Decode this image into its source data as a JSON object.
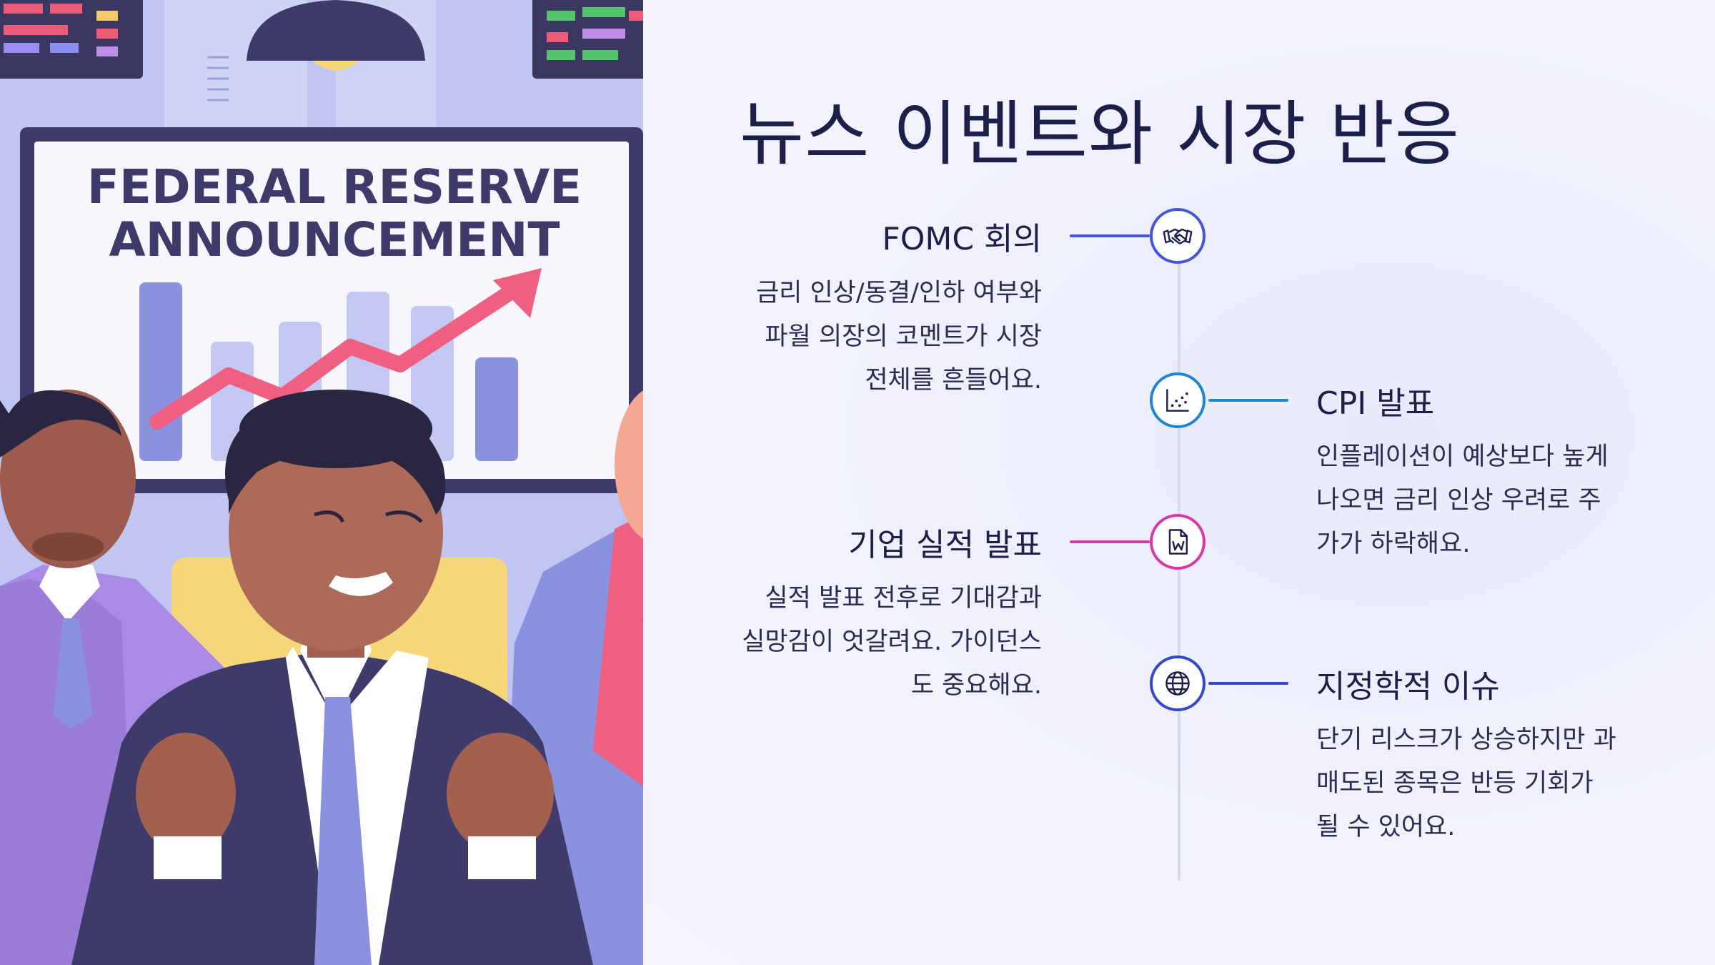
{
  "slide": {
    "title": "뉴스 이벤트와 시장 반응"
  },
  "hero_image": {
    "headline_line1": "FEDERAL RESERVE",
    "headline_line2": "ANNOUNCEMENT"
  },
  "timeline": [
    {
      "side": "left",
      "title": "FOMC 회의",
      "description": "금리 인상/동결/인하 여부와 파월 의장의 코멘트가 시장 전체를 흔들어요.",
      "icon": "handshake-icon",
      "color": "#4456d8"
    },
    {
      "side": "right",
      "title": "CPI 발표",
      "description": "인플레이션이 예상보다 높게 나오면 금리 인상 우려로 주가가 하락해요.",
      "icon": "scatter-chart-icon",
      "color": "#1f86d6"
    },
    {
      "side": "left",
      "title": "기업 실적 발표",
      "description": "실적 발표 전후로 기대감과 실망감이 엇갈려요. 가이던스도 중요해요.",
      "icon": "document-icon",
      "color": "#d73aa8"
    },
    {
      "side": "right",
      "title": "지정학적 이슈",
      "description": "단기 리스크가 상승하지만 과매도된 종목은 반등 기회가 될 수 있어요.",
      "icon": "globe-icon",
      "color": "#3347cf"
    }
  ]
}
